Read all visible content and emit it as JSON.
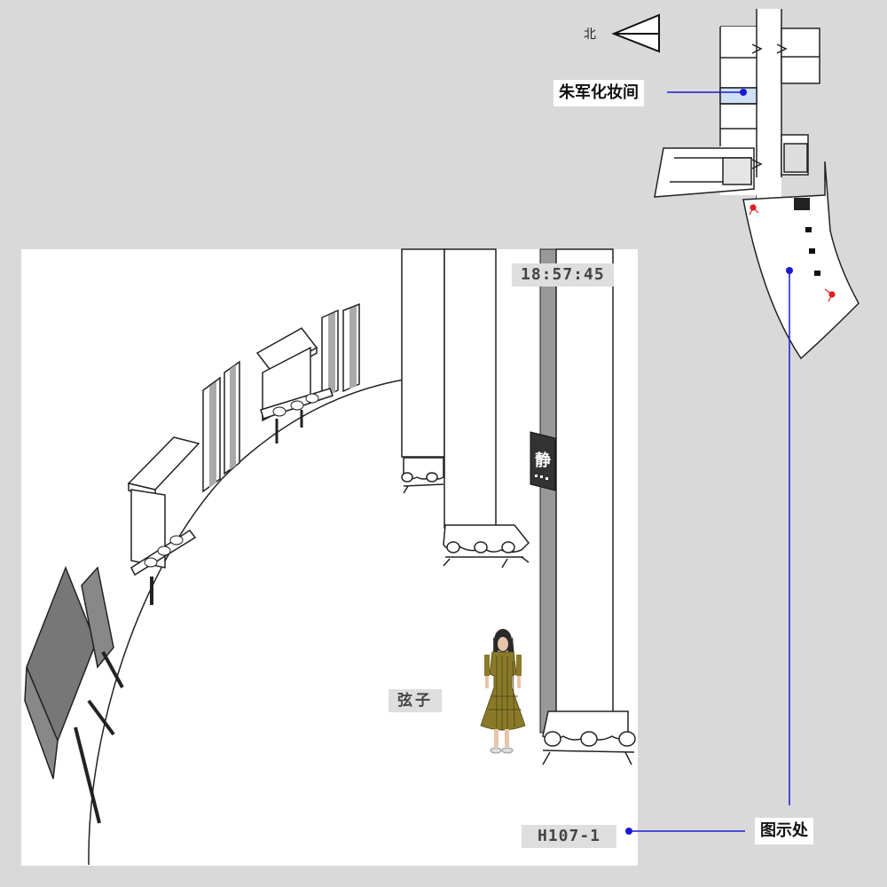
{
  "compass": {
    "north_label": "北"
  },
  "minimap": {
    "room_label": "朱军化妆间",
    "location_label": "图示处",
    "marker_color": "#1a1ad6",
    "highlight_color": "#cfe0f5",
    "door_marker_color": "#e02020"
  },
  "scene": {
    "timestamp": "18:57:45",
    "character_name": "弦子",
    "camera_id": "H107-1",
    "sign_text": "静"
  }
}
